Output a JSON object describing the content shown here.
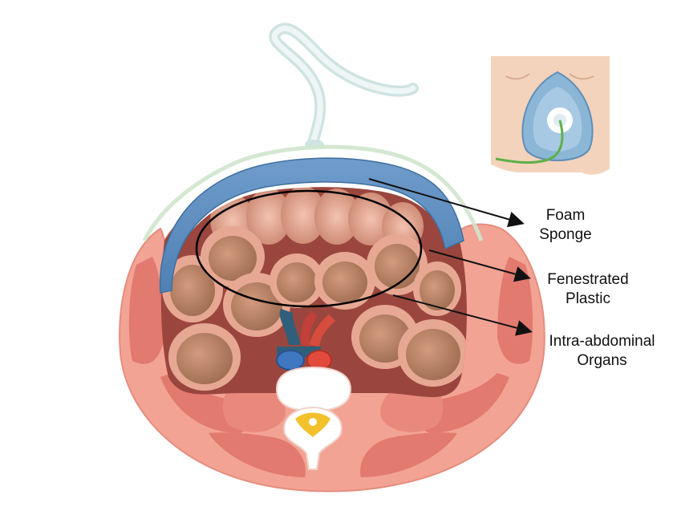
{
  "labels": {
    "foam_sponge": [
      "Foam",
      "Sponge"
    ],
    "fenestrated_plastic": [
      "Fenestrated",
      "Plastic"
    ],
    "intra_abdominal": [
      "Intra-abdominal",
      "Organs"
    ]
  },
  "colors": {
    "foam": "#5f90c2",
    "foam_edge": "#3f6f9f",
    "plastic": "#ffffff",
    "body_wall": "#f2a394",
    "muscle": "#e27a6f",
    "cavity": "#9a463e",
    "bowel": "#e0a08a",
    "bowel_dark": "#b3765d",
    "tube": "#d9ecec",
    "vein": "#3f78c0",
    "artery": "#e24a3c",
    "spine": "#ffffff",
    "cord": "#f2c12c",
    "inset_skin": "#f4d3bc",
    "inset_tube": "#5fb04a"
  }
}
